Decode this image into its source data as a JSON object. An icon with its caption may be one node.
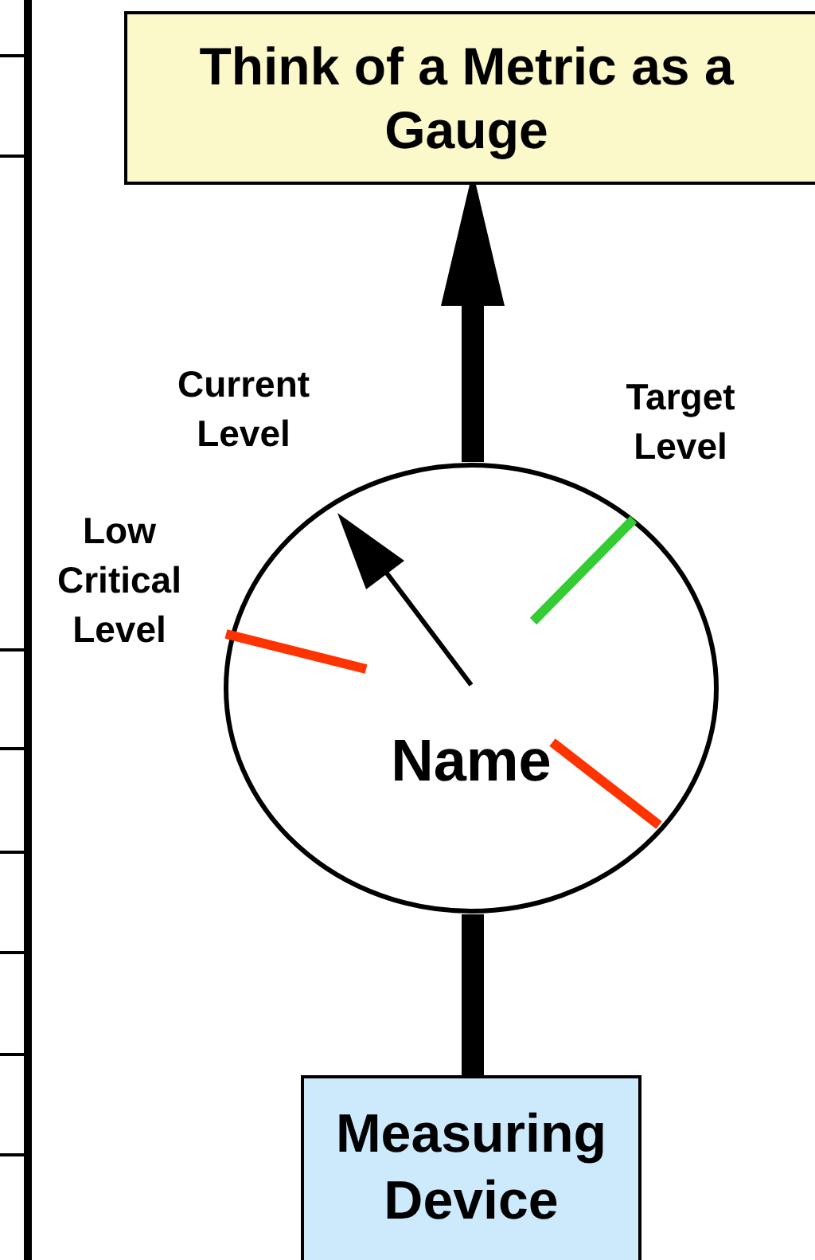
{
  "diagram": {
    "nodes": [
      {
        "text": [
          "Think of a Metric as a Gauge"
        ]
      },
      {
        "text": [
          "Name"
        ]
      },
      {
        "text": [
          "Measuring Device"
        ]
      }
    ],
    "edges": [
      {
        "from": 1,
        "to": 0,
        "arrow": "to"
      },
      {
        "from": 2,
        "to": 1,
        "arrow": "none"
      }
    ],
    "labels": [
      "Current Level",
      "Target Level",
      "Low Critical Level"
    ]
  }
}
